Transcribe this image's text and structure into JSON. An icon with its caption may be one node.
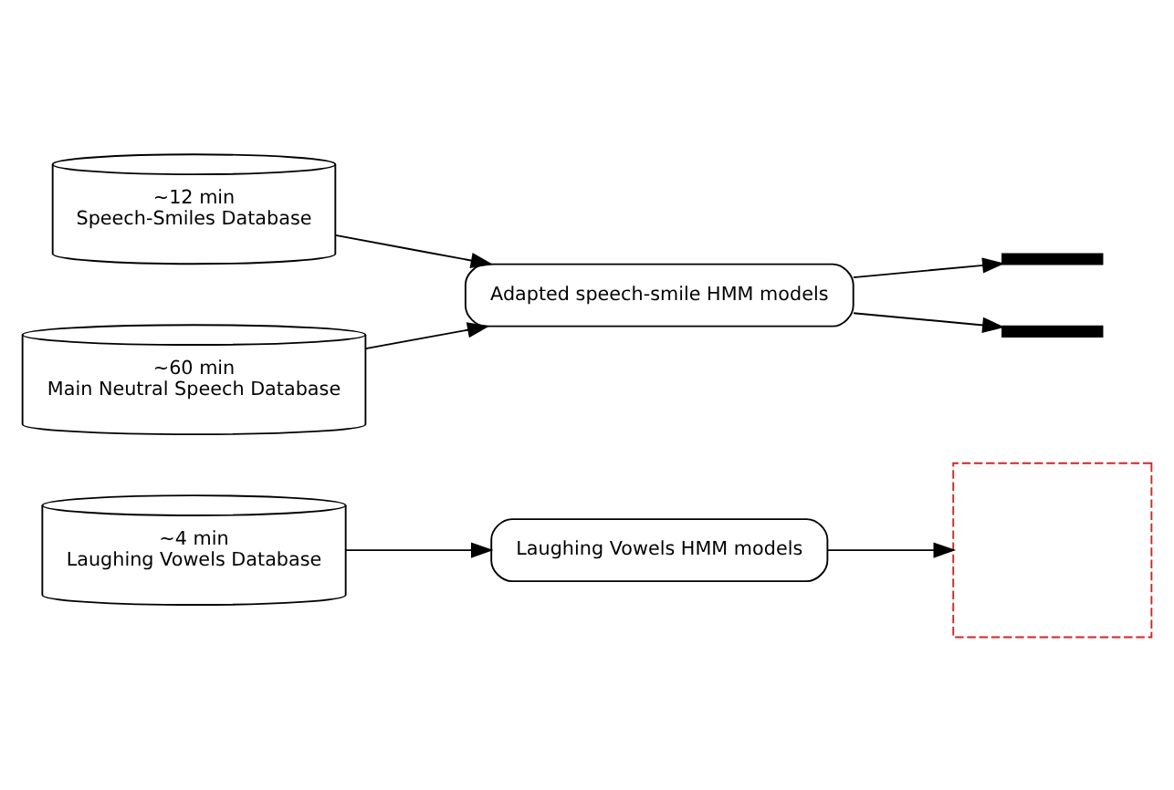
{
  "diagram": {
    "nodes": [
      {
        "text": [
          "~4 min",
          "Laughing Vowels Database"
        ]
      },
      {
        "text": [
          "Laughing Vowels HMM models"
        ]
      },
      {
        "text": [
          "~12 min",
          "Speech-Smiles Database"
        ]
      },
      {
        "text": [
          "~60 min",
          "Main Neutral Speech Database"
        ]
      },
      {
        "text": [
          "Adapted speech-smile HMM models"
        ]
      },
      {
        "text": [],
        "shape": "box"
      },
      {
        "text": [],
        "shape": "bar"
      },
      {
        "text": [],
        "shape": "bar"
      }
    ],
    "edges": [
      {
        "from": 0,
        "to": 1,
        "arrow": "to"
      },
      {
        "from": 2,
        "to": 4,
        "arrow": "to"
      },
      {
        "from": 3,
        "to": 4,
        "arrow": "to"
      },
      {
        "from": 1,
        "to": 5,
        "arrow": "to"
      },
      {
        "from": 4,
        "to": 6,
        "arrow": "to"
      },
      {
        "from": 4,
        "to": 7,
        "arrow": "to"
      }
    ]
  }
}
